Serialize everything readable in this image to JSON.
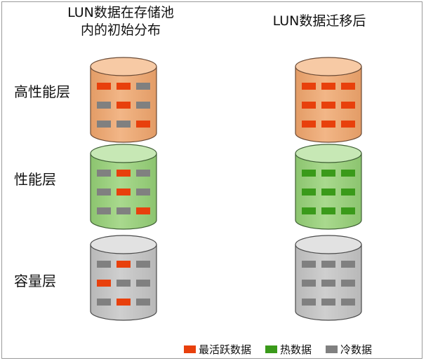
{
  "titles": {
    "left_line1": "LUN数据在存储池",
    "left_line2": "内的初始分布",
    "right": "LUN数据迁移后"
  },
  "tiers": [
    "高性能层",
    "性能层",
    "容量层"
  ],
  "legend": [
    {
      "label": "最活跃数据",
      "color": "#e8400c"
    },
    {
      "label": "热数据",
      "color": "#3a9a1a"
    },
    {
      "label": "冷数据",
      "color": "#808080"
    }
  ],
  "colors": {
    "block_hot_most": "#e8400c",
    "block_hot": "#3a9a1a",
    "block_cold": "#808080",
    "tier_high_body": "#f2b687",
    "tier_perf_body": "#a9d98e",
    "tier_cap_body": "#cfcfcf"
  },
  "grids": {
    "before": [
      [
        [
          "R",
          "R",
          "G"
        ],
        [
          "G",
          "R",
          "G"
        ],
        [
          "G",
          "G",
          "R"
        ]
      ],
      [
        [
          "G",
          "R",
          "G"
        ],
        [
          "G",
          "R",
          "G"
        ],
        [
          "G",
          "G",
          "R"
        ]
      ],
      [
        [
          "G",
          "R",
          "G"
        ],
        [
          "R",
          "G",
          "G"
        ],
        [
          "G",
          "R",
          "G"
        ]
      ]
    ],
    "after": [
      [
        [
          "R",
          "R",
          "R"
        ],
        [
          "R",
          "R",
          "R"
        ],
        [
          "R",
          "R",
          "R"
        ]
      ],
      [
        [
          "H",
          "H",
          "H"
        ],
        [
          "H",
          "H",
          "H"
        ],
        [
          "H",
          "H",
          "H"
        ]
      ],
      [
        [
          "C",
          "C",
          "C"
        ],
        [
          "C",
          "C",
          "C"
        ],
        [
          "C",
          "C",
          "C"
        ]
      ]
    ]
  },
  "grid_codes": {
    "R": "最活跃数据",
    "H": "热数据",
    "G": "冷数据",
    "C": "冷数据"
  }
}
